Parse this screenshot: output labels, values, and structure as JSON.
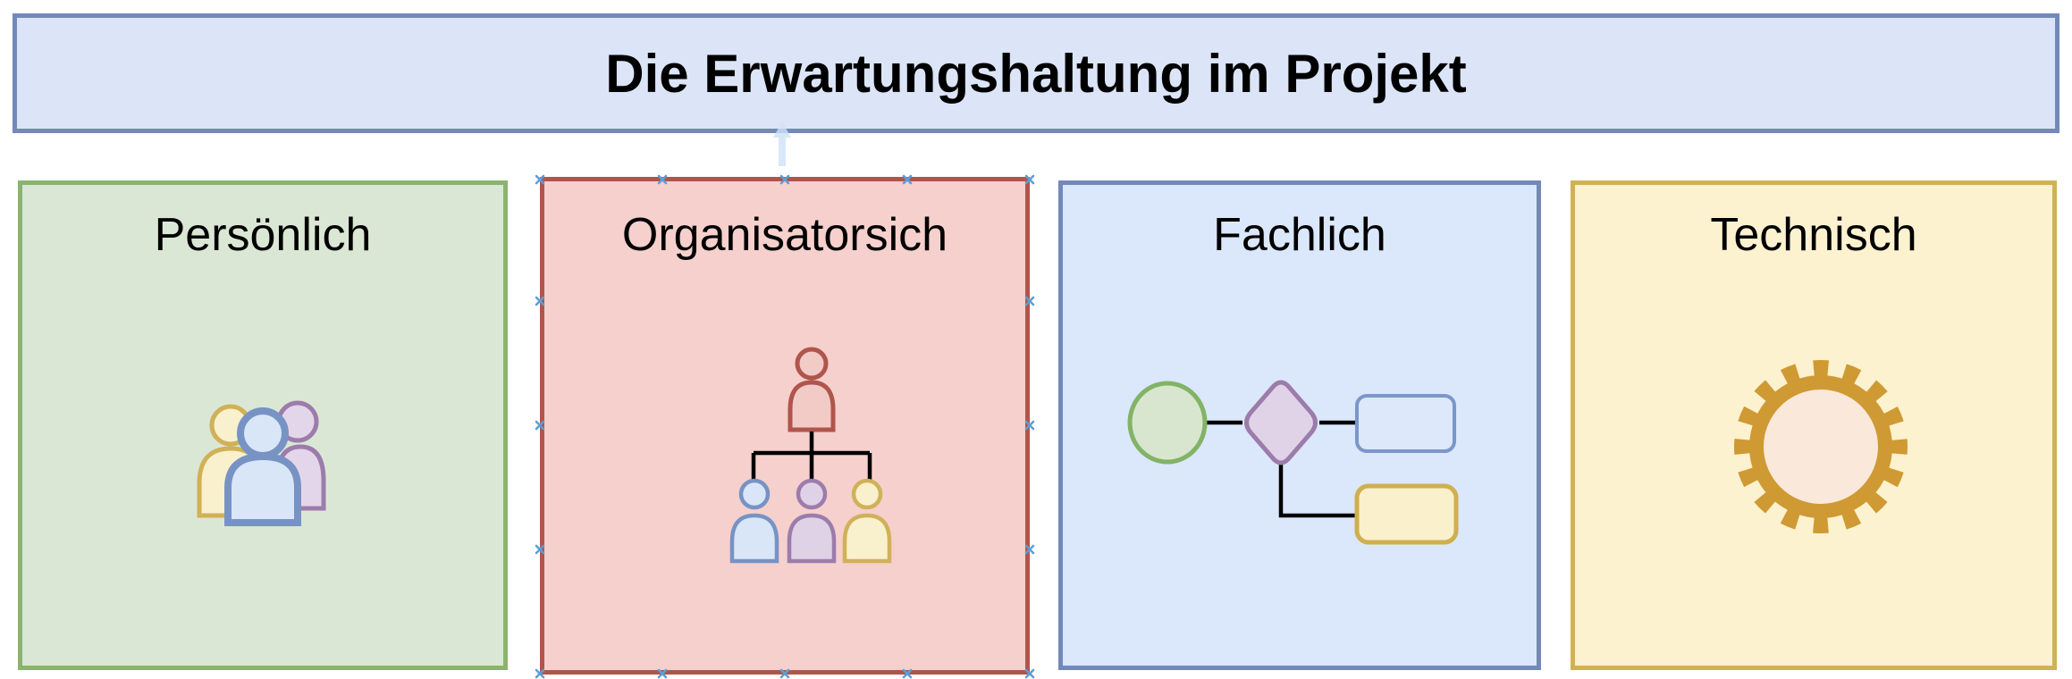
{
  "diagram": {
    "title": {
      "text": "Die Erwartungshaltung im Projekt",
      "fill": "#dce5f7",
      "stroke": "#7289ba"
    },
    "columns": [
      {
        "label": "Persönlich",
        "icon": "people-group-icon",
        "fill": "#dbe7d5",
        "stroke": "#8ab46e",
        "selected": false
      },
      {
        "label": "Organisatorsich",
        "icon": "org-chart-icon",
        "fill": "#f5d0cd",
        "stroke": "#b0554c",
        "selected": true
      },
      {
        "label": "Fachlich",
        "icon": "flowchart-icon",
        "fill": "#dbe7fa",
        "stroke": "#7289ba",
        "selected": false
      },
      {
        "label": "Technisch",
        "icon": "gear-icon",
        "fill": "#fdf2d0",
        "stroke": "#cfb255",
        "selected": false
      }
    ],
    "connector": {
      "shape": "block-arrow-up",
      "color": "#cfe2f6"
    },
    "selection": {
      "selected_shape": "Organisatorsich",
      "handle_glyph": "×",
      "handle_color": "#5b9fd8",
      "handle_count": 16
    },
    "icon_palette": {
      "blue_fill": "#d9e6f8",
      "blue_stroke": "#7793c4",
      "purple_fill": "#e4d6ea",
      "purple_stroke": "#9c7cab",
      "yellow_fill": "#f9f0cd",
      "yellow_stroke": "#d0b158",
      "red_stroke": "#b0554c",
      "red_fill": "#f2cbc7",
      "green_fill": "#d8e6d0",
      "green_stroke": "#82b366",
      "gold": "#cf9a33",
      "gear_center": "#fae9da",
      "connector_line": "#000000"
    }
  }
}
